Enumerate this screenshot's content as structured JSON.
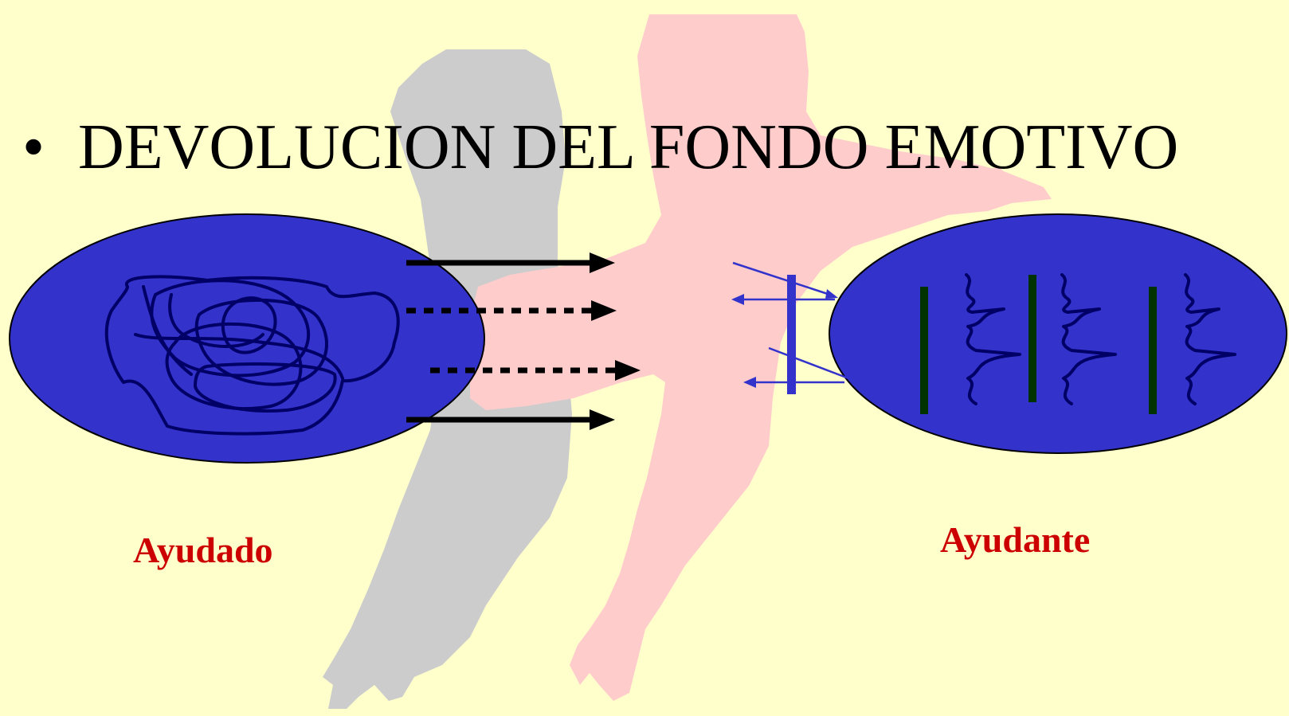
{
  "slide": {
    "title": "DEVOLUCION DEL FONDO EMOTIVO",
    "bullet": "•",
    "left_label": "Ayudado",
    "right_label": "Ayudante"
  },
  "colors": {
    "background": "#FFFFCC",
    "ellipse_fill": "#3333CC",
    "scribble": "#000066",
    "arrow": "#000000",
    "thin_arrow": "#3333CC",
    "green_bar": "#003300",
    "pink_shape": "#FFCCCC",
    "gray_shape": "#CCCCCC",
    "label_text": "#CC0000"
  },
  "icons": {
    "bullet": "bullet-icon",
    "left_scribble": "tangled-scribble-icon",
    "right_pattern": "organized-waves-icon"
  }
}
